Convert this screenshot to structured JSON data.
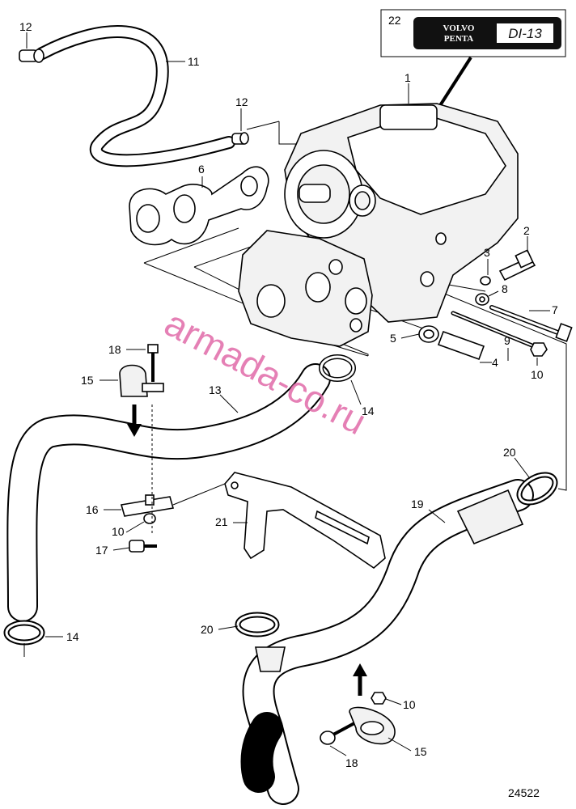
{
  "diagram": {
    "drawing_number": "24522",
    "watermark": "armada-co.ru",
    "logo": {
      "brand_line1": "VOLVO",
      "brand_line2": "PENTA",
      "model": "DI-13"
    },
    "callouts": {
      "c1": "1",
      "c2": "2",
      "c3": "3",
      "c4": "4",
      "c5": "5",
      "c6": "6",
      "c7": "7",
      "c8": "8",
      "c9": "9",
      "c10a": "10",
      "c10b": "10",
      "c10c": "10",
      "c11": "11",
      "c12a": "12",
      "c12b": "12",
      "c13": "13",
      "c14a": "14",
      "c14b": "14",
      "c15a": "15",
      "c15b": "15",
      "c16": "16",
      "c17": "17",
      "c18a": "18",
      "c18b": "18",
      "c19": "19",
      "c20a": "20",
      "c20b": "20",
      "c21": "21",
      "c22": "22"
    }
  }
}
